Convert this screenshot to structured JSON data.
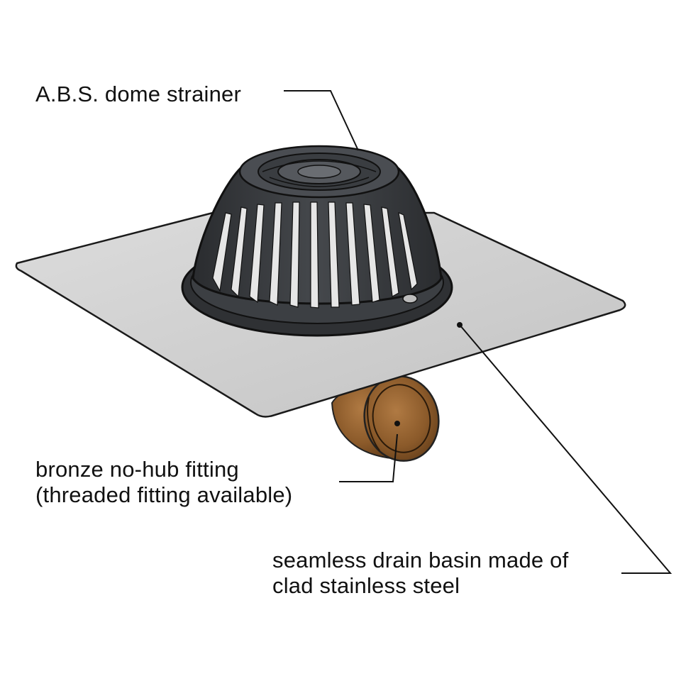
{
  "callouts": {
    "strainer": {
      "text": "A.B.S. dome strainer"
    },
    "fitting": {
      "line1": "bronze no-hub fitting",
      "line2": "(threaded fitting available)"
    },
    "basin": {
      "line1": "seamless drain basin made of",
      "line2": "clad stainless steel"
    }
  },
  "colors": {
    "background": "#ffffff",
    "basin_fill": "#cfcfcf",
    "strainer_fill": "#3b3d40",
    "fitting_fill": "#8a5a2b",
    "leader_line": "#111111"
  }
}
